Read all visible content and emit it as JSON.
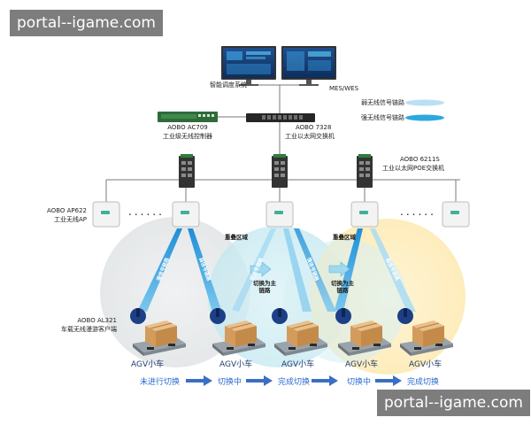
{
  "watermark": "portal--igame.com",
  "servers": {
    "left_label": "智能调度系统",
    "right_label": "MES/WES"
  },
  "controller": {
    "model": "AOBO AC709",
    "desc": "工业级无线控制器"
  },
  "core_switch": {
    "model": "AOBO 7328",
    "desc": "工业以太网交换机"
  },
  "poe_switch": {
    "model": "AOBO 6211S",
    "desc": "工业以太网POE交换机"
  },
  "ap": {
    "model": "AOBO AP622",
    "desc": "工业无线AP",
    "dots": "......"
  },
  "client": {
    "model": "AOBO AL321",
    "desc": "车载无线漫游客户端"
  },
  "legend": {
    "weak": "弱无线信号链路",
    "strong": "强无线信号链路"
  },
  "overlap_label": "重叠区域",
  "switch_label": "切换为主\n链路",
  "link_labels": [
    "强信号链路",
    "弱信号链路",
    "弱信号链路",
    "强信号链路",
    "弱信号链路"
  ],
  "agv_label": "AGV小车",
  "stages": [
    "未进行切换",
    "切换中",
    "完成切换",
    "切换中",
    "完成切换"
  ],
  "colors": {
    "blue_arrow": "#3b6fc4",
    "stage_text": "#2a6bd0",
    "strong_link": "#2ea7df",
    "weak_link": "#9ed3ef"
  }
}
